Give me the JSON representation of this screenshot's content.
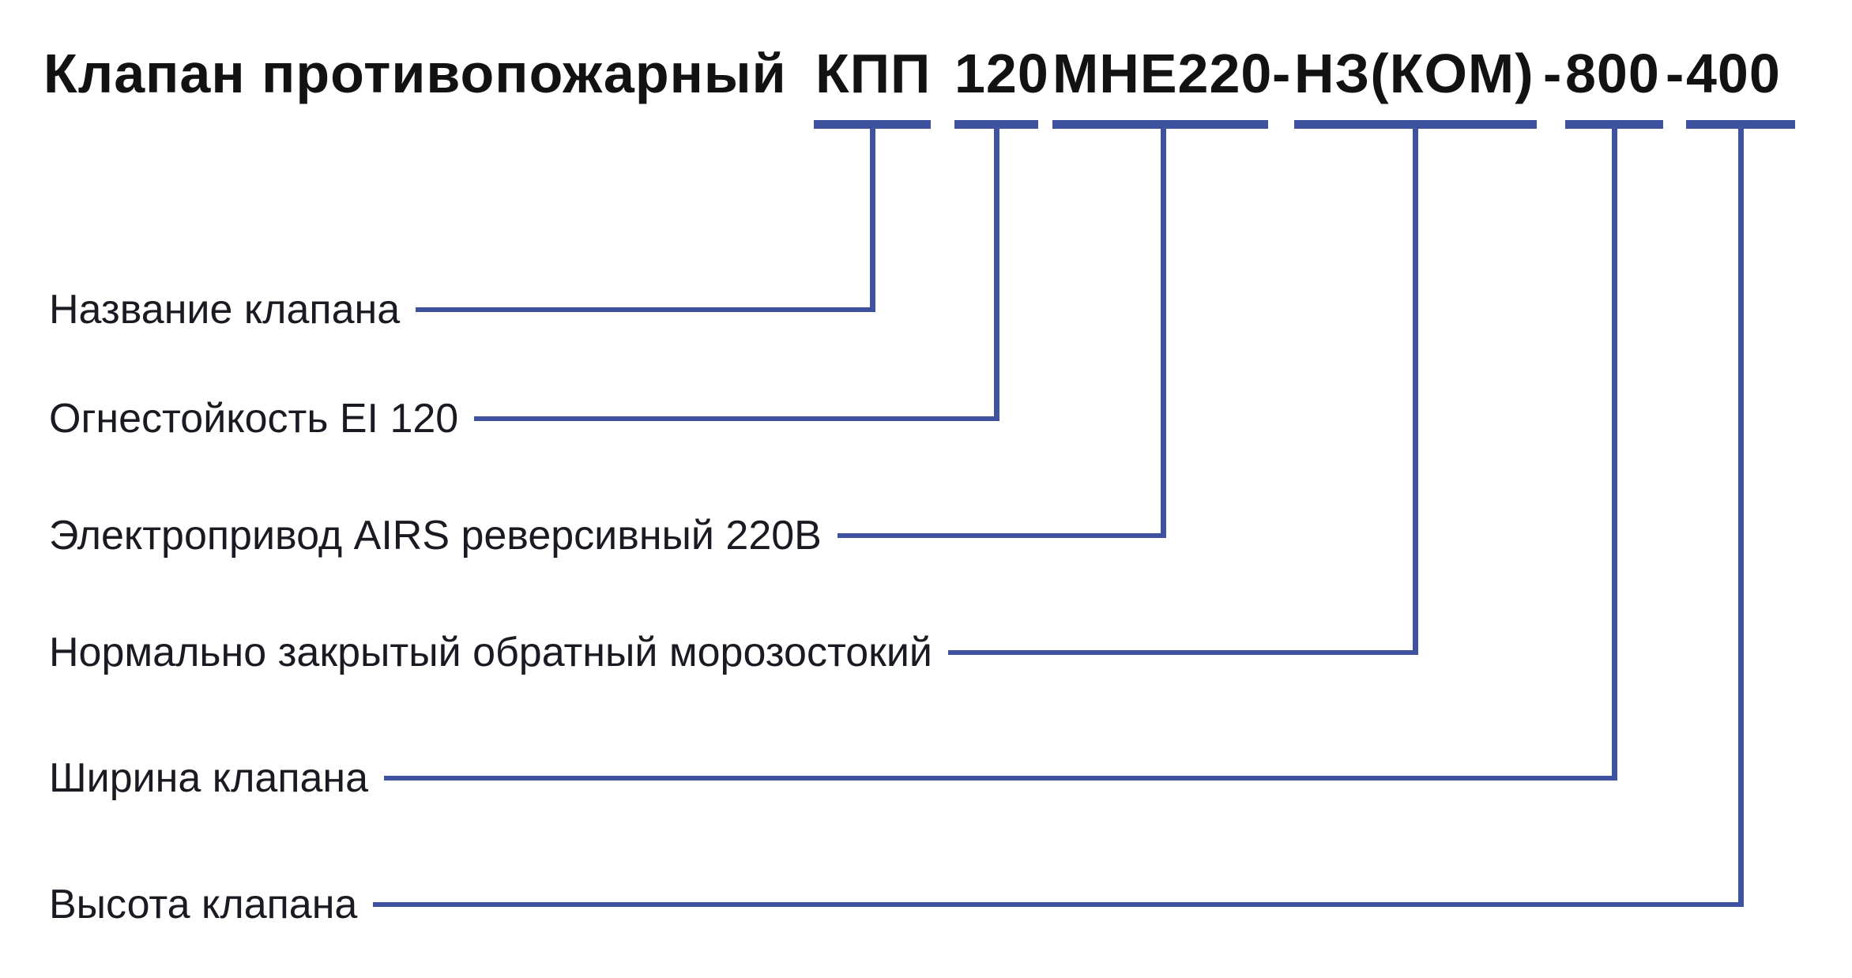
{
  "colors": {
    "line_blue": "#3F529F",
    "title_text": "#121212",
    "label_text": "#1A1A22",
    "background": "#FFFFFF"
  },
  "title": {
    "prefix": "Клапан противопожарный",
    "full": "Клапан противопожарный КПП 120МНЕ220-НЗ(КОМ)-800-400"
  },
  "code": {
    "separator": "-",
    "segments": [
      {
        "text": "КПП",
        "meaning": "Название клапана"
      },
      {
        "text": "120",
        "meaning": "Огнестойкость EI 120"
      },
      {
        "text": "МНЕ220",
        "meaning": "Электропривод AIRS реверсивный 220В"
      },
      {
        "text": "НЗ(КОМ)",
        "meaning": "Нормально закрытый обратный морозостокий"
      },
      {
        "text": "800",
        "meaning": "Ширина клапана"
      },
      {
        "text": "400",
        "meaning": "Высота клапана"
      }
    ]
  }
}
